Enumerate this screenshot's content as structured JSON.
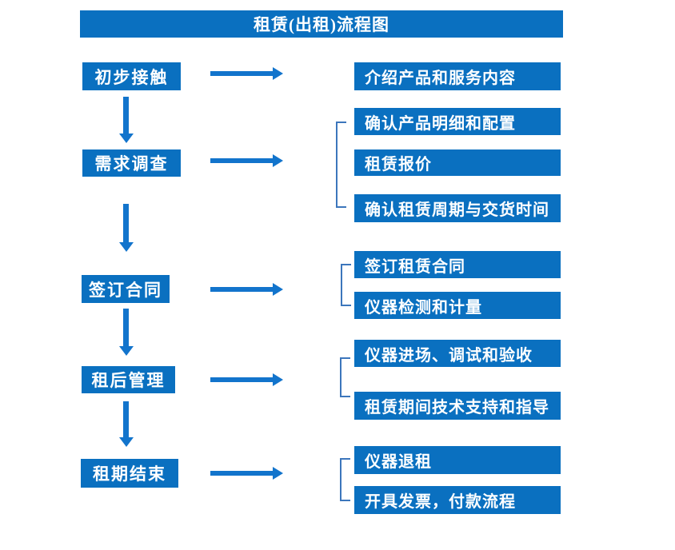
{
  "title": "租赁(出租)流程图",
  "colors": {
    "box_blue": "#0A70C0",
    "arrow_blue": "#1274CC",
    "bracket_blue": "#3C76BC",
    "text_white": "#FFFFFF",
    "background": "#FFFFFF"
  },
  "flow": {
    "stages": [
      {
        "label": "初步接触",
        "details": [
          "介绍产品和服务内容"
        ]
      },
      {
        "label": "需求调查",
        "details": [
          "确认产品明细和配置",
          "租赁报价",
          "确认租赁周期与交货时间"
        ]
      },
      {
        "label": "签订合同",
        "details": [
          "签订租赁合同",
          "仪器检测和计量"
        ]
      },
      {
        "label": "租后管理",
        "details": [
          "仪器进场、调试和验收",
          "租赁期间技术支持和指导"
        ]
      },
      {
        "label": "租期结束",
        "details": [
          "仪器退租",
          "开具发票，付款流程"
        ]
      }
    ]
  }
}
